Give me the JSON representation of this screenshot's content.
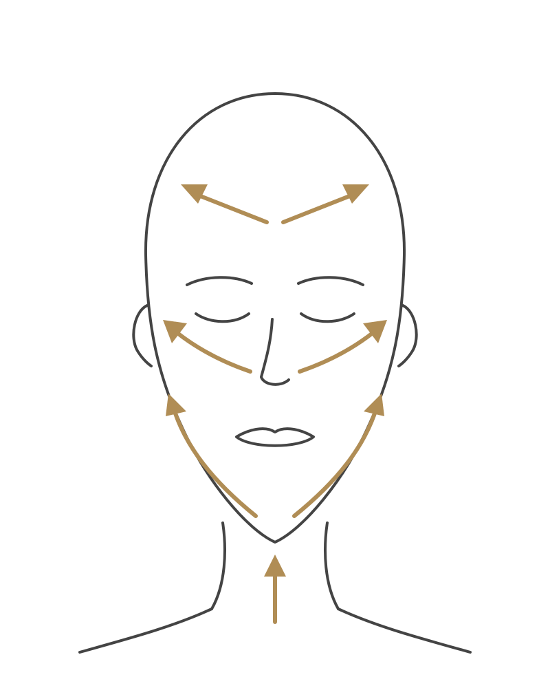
{
  "colors": {
    "outline": "#444444",
    "arrow": "#b08d55",
    "background": "#ffffff"
  },
  "figure": {
    "subject": "face-outline",
    "arrows": [
      {
        "id": "forehead-left",
        "direction": "up-left"
      },
      {
        "id": "forehead-right",
        "direction": "up-right"
      },
      {
        "id": "cheek-left",
        "direction": "up-left"
      },
      {
        "id": "cheek-right",
        "direction": "up-right"
      },
      {
        "id": "jaw-left",
        "direction": "up"
      },
      {
        "id": "jaw-right",
        "direction": "up"
      },
      {
        "id": "neck",
        "direction": "up"
      }
    ]
  }
}
